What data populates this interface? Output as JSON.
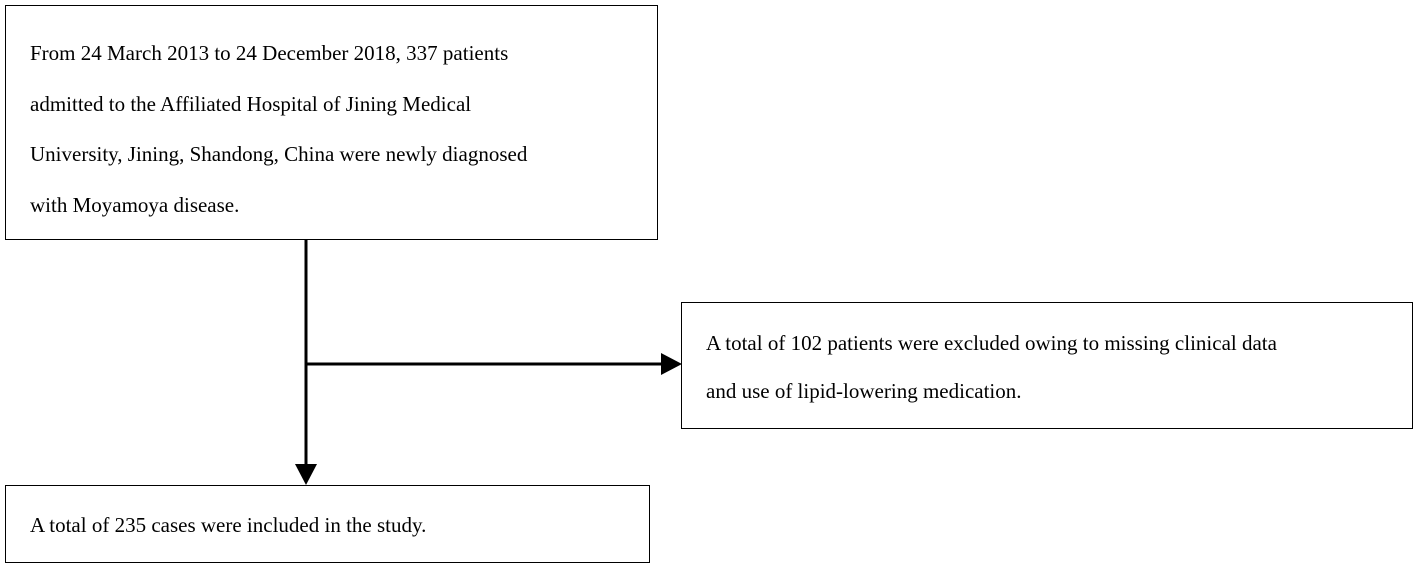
{
  "flowchart": {
    "start_box": {
      "lines": [
        "From 24 March 2013 to 24 December 2018, 337 patients",
        "admitted to the Affiliated Hospital of Jining Medical",
        "University, Jining, Shandong, China were newly diagnosed",
        "with Moyamoya disease."
      ]
    },
    "exclusion_box": {
      "lines": [
        "A total of 102 patients were excluded owing to missing clinical data",
        "and use of lipid-lowering medication."
      ]
    },
    "result_box": {
      "text": "A total of 235 cases were included in the study."
    },
    "colors": {
      "line": "#000000",
      "box_border": "#000000",
      "background": "#ffffff"
    }
  }
}
